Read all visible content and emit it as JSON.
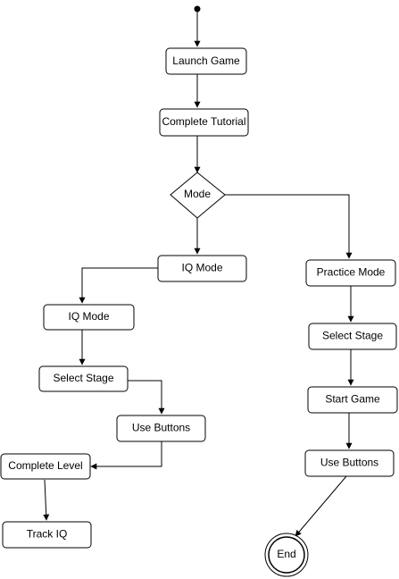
{
  "diagram": {
    "nodes": {
      "start": {
        "kind": "initial"
      },
      "launch_game": {
        "label": "Launch Game",
        "kind": "action"
      },
      "complete_tutorial": {
        "label": "Complete Tutorial",
        "kind": "action"
      },
      "mode": {
        "label": "Mode",
        "kind": "decision"
      },
      "iq_mode_1": {
        "label": "IQ Mode",
        "kind": "action"
      },
      "practice_mode": {
        "label": "Practice Mode",
        "kind": "action"
      },
      "iq_mode_2": {
        "label": "IQ Mode",
        "kind": "action"
      },
      "select_stage_left": {
        "label": "Select Stage",
        "kind": "action"
      },
      "use_buttons_left": {
        "label": "Use Buttons",
        "kind": "action"
      },
      "complete_level": {
        "label": "Complete Level",
        "kind": "action"
      },
      "track_iq": {
        "label": "Track IQ",
        "kind": "action"
      },
      "select_stage_right": {
        "label": "Select Stage",
        "kind": "action"
      },
      "start_game": {
        "label": "Start Game",
        "kind": "action"
      },
      "use_buttons_right": {
        "label": "Use Buttons",
        "kind": "action"
      },
      "end": {
        "label": "End",
        "kind": "final"
      }
    },
    "edges": [
      {
        "from": "start",
        "to": "launch_game"
      },
      {
        "from": "launch_game",
        "to": "complete_tutorial"
      },
      {
        "from": "complete_tutorial",
        "to": "mode"
      },
      {
        "from": "mode",
        "to": "iq_mode_1"
      },
      {
        "from": "mode",
        "to": "practice_mode"
      },
      {
        "from": "iq_mode_1",
        "to": "iq_mode_2"
      },
      {
        "from": "iq_mode_2",
        "to": "select_stage_left"
      },
      {
        "from": "select_stage_left",
        "to": "use_buttons_left"
      },
      {
        "from": "use_buttons_left",
        "to": "complete_level"
      },
      {
        "from": "complete_level",
        "to": "track_iq"
      },
      {
        "from": "practice_mode",
        "to": "select_stage_right"
      },
      {
        "from": "select_stage_right",
        "to": "start_game"
      },
      {
        "from": "start_game",
        "to": "use_buttons_right"
      },
      {
        "from": "use_buttons_right",
        "to": "end"
      }
    ]
  }
}
